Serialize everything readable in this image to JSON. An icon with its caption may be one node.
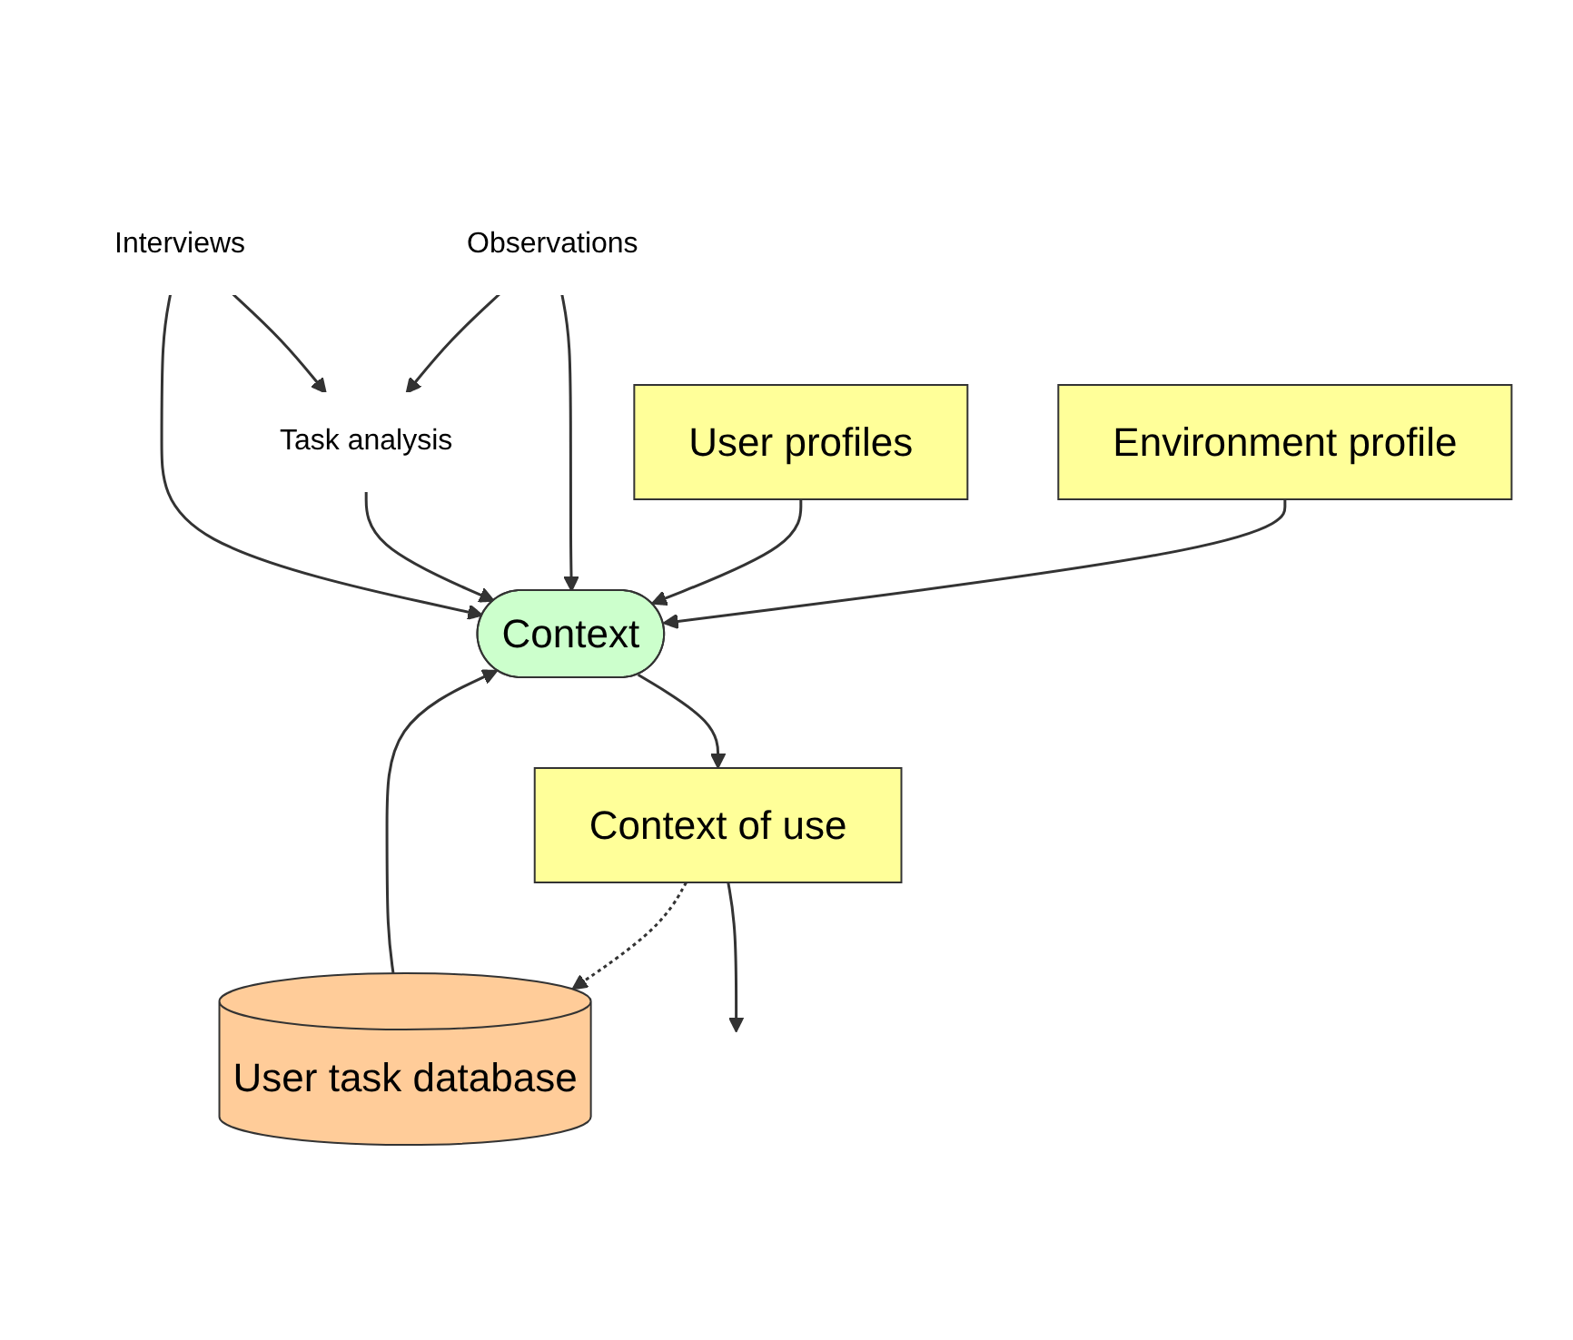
{
  "diagram": {
    "nodes": [
      {
        "text": [
          "Environment profile"
        ]
      },
      {
        "text": [
          "User profiles"
        ]
      },
      {
        "text": [
          "Context"
        ]
      },
      {
        "text": [
          "Observations"
        ]
      },
      {
        "text": [
          "Task analysis"
        ]
      },
      {
        "text": [
          "Interviews"
        ]
      },
      {
        "text": [
          "Context of use"
        ]
      },
      {
        "text": [
          "User task database"
        ]
      }
    ],
    "edges": [
      {
        "from": 0,
        "to": 2,
        "arrow": "to"
      },
      {
        "from": 1,
        "to": 2,
        "arrow": "to"
      },
      {
        "from": 3,
        "to": 2,
        "arrow": "to"
      },
      {
        "from": 3,
        "to": 4,
        "arrow": "to"
      },
      {
        "from": 4,
        "to": 2,
        "arrow": "to"
      },
      {
        "from": 5,
        "to": 2,
        "arrow": "to"
      },
      {
        "from": 5,
        "to": 4,
        "arrow": "to"
      },
      {
        "from": 7,
        "to": 2,
        "arrow": "to"
      },
      {
        "from": 2,
        "to": 6,
        "arrow": "to"
      },
      {
        "from": 6,
        "to": 7,
        "arrow": "to",
        "style": "dashed"
      },
      {
        "from": 6,
        "to": null,
        "arrow": "to"
      }
    ]
  }
}
